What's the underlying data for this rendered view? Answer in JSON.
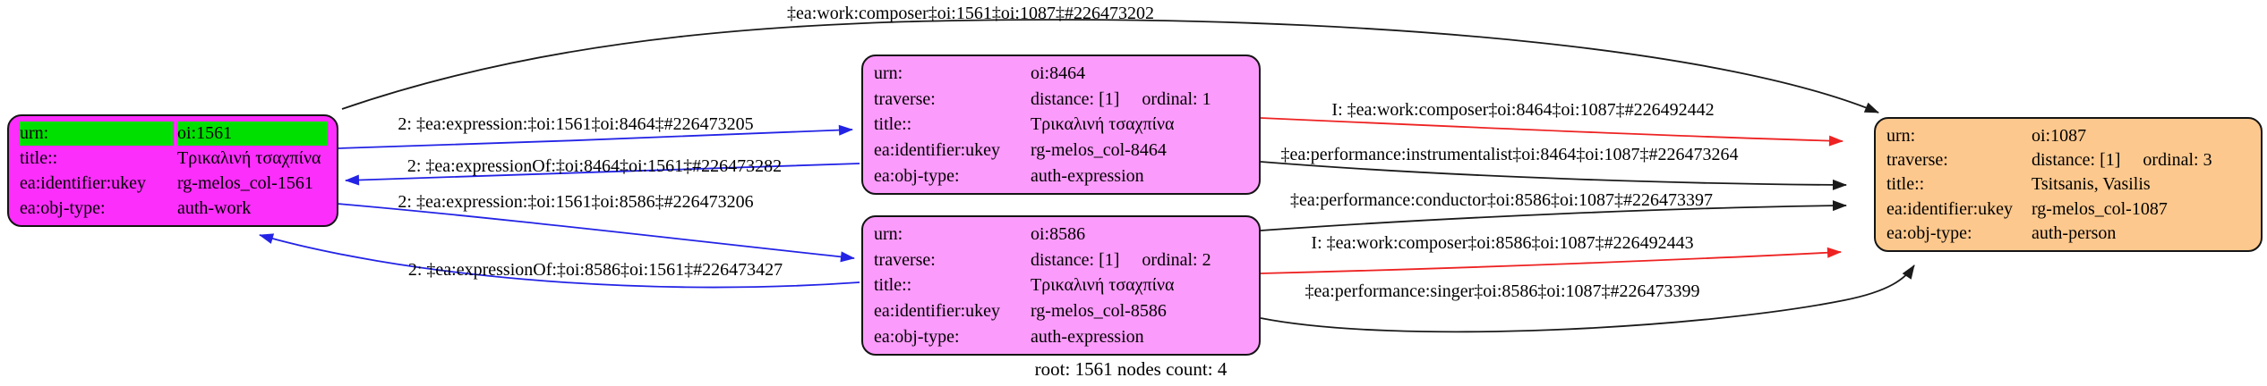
{
  "colors": {
    "magenta": "#fb2efb",
    "green": "#00e000",
    "violet": "#fb9bfb",
    "orange": "#fdc88d",
    "blue": "#2323e6",
    "red": "#ee2222",
    "black": "#1a1a1a"
  },
  "nodes": {
    "work_1561": {
      "rows": [
        {
          "key": "urn:",
          "value": "oi:1561"
        },
        {
          "key": "title::",
          "value": "Τρικαλινή τσαχπίνα"
        },
        {
          "key": "ea:identifier:ukey",
          "value": "rg-melos_col-1561"
        },
        {
          "key": "ea:obj-type:",
          "value": "auth-work"
        }
      ]
    },
    "expression_8464": {
      "rows": [
        {
          "key": "urn:",
          "value": "oi:8464"
        },
        {
          "key": "traverse:",
          "value": "distance: [1]     ordinal: 1"
        },
        {
          "key": "title::",
          "value": "Τρικαλινή τσαχπίνα"
        },
        {
          "key": "ea:identifier:ukey",
          "value": "rg-melos_col-8464"
        },
        {
          "key": "ea:obj-type:",
          "value": "auth-expression"
        }
      ]
    },
    "expression_8586": {
      "rows": [
        {
          "key": "urn:",
          "value": "oi:8586"
        },
        {
          "key": "traverse:",
          "value": "distance: [1]     ordinal: 2"
        },
        {
          "key": "title::",
          "value": "Τρικαλινή τσαχπίνα"
        },
        {
          "key": "ea:identifier:ukey",
          "value": "rg-melos_col-8586"
        },
        {
          "key": "ea:obj-type:",
          "value": "auth-expression"
        }
      ]
    },
    "person_1087": {
      "rows": [
        {
          "key": "urn:",
          "value": "oi:1087"
        },
        {
          "key": "traverse:",
          "value": "distance: [1]     ordinal: 3"
        },
        {
          "key": "title::",
          "value": "Tsitsanis, Vasilis"
        },
        {
          "key": "ea:identifier:ukey",
          "value": "rg-melos_col-1087"
        },
        {
          "key": "ea:obj-type:",
          "value": "auth-person"
        }
      ]
    }
  },
  "edges": {
    "work_composer_1561": {
      "label": "‡ea:work:composer‡oi:1561‡oi:1087‡#226473202"
    },
    "expression_8464": {
      "label": "2: ‡ea:expression:‡oi:1561‡oi:8464‡#226473205"
    },
    "expressionOf_8464": {
      "label": "2: ‡ea:expressionOf:‡oi:8464‡oi:1561‡#226473282"
    },
    "expression_8586": {
      "label": "2: ‡ea:expression:‡oi:1561‡oi:8586‡#226473206"
    },
    "expressionOf_8586": {
      "label": "2: ‡ea:expressionOf:‡oi:8586‡oi:1561‡#226473427"
    },
    "composer_8464": {
      "label": "I: ‡ea:work:composer‡oi:8464‡oi:1087‡#226492442"
    },
    "instrumentalist_8464": {
      "label": "‡ea:performance:instrumentalist‡oi:8464‡oi:1087‡#226473264"
    },
    "conductor_8586": {
      "label": "‡ea:performance:conductor‡oi:8586‡oi:1087‡#226473397"
    },
    "composer_8586": {
      "label": "I: ‡ea:work:composer‡oi:8586‡oi:1087‡#226492443"
    },
    "singer_8586": {
      "label": "‡ea:performance:singer‡oi:8586‡oi:1087‡#226473399"
    }
  },
  "footer": {
    "label": "root: 1561 nodes count: 4"
  }
}
